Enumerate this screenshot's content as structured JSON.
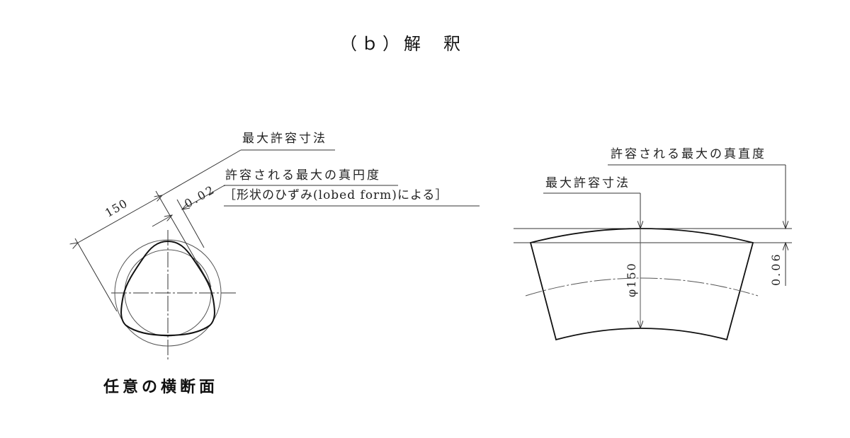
{
  "title": {
    "label": "（ｂ）",
    "word1": "解",
    "word2": "釈"
  },
  "left_figure": {
    "caption": "任意の横断面",
    "leader_max_size": "最大許容寸法",
    "leader_roundness_line1": "許容される最大の真円度",
    "leader_roundness_line2": "［形状のひずみ(lobed form)による］",
    "dim_diameter": "150",
    "dim_roundness": "0.02"
  },
  "right_figure": {
    "leader_straightness": "許容される最大の真直度",
    "leader_max_size": "最大許容寸法",
    "dim_diameter": "φ150",
    "dim_straightness": "0.06"
  }
}
